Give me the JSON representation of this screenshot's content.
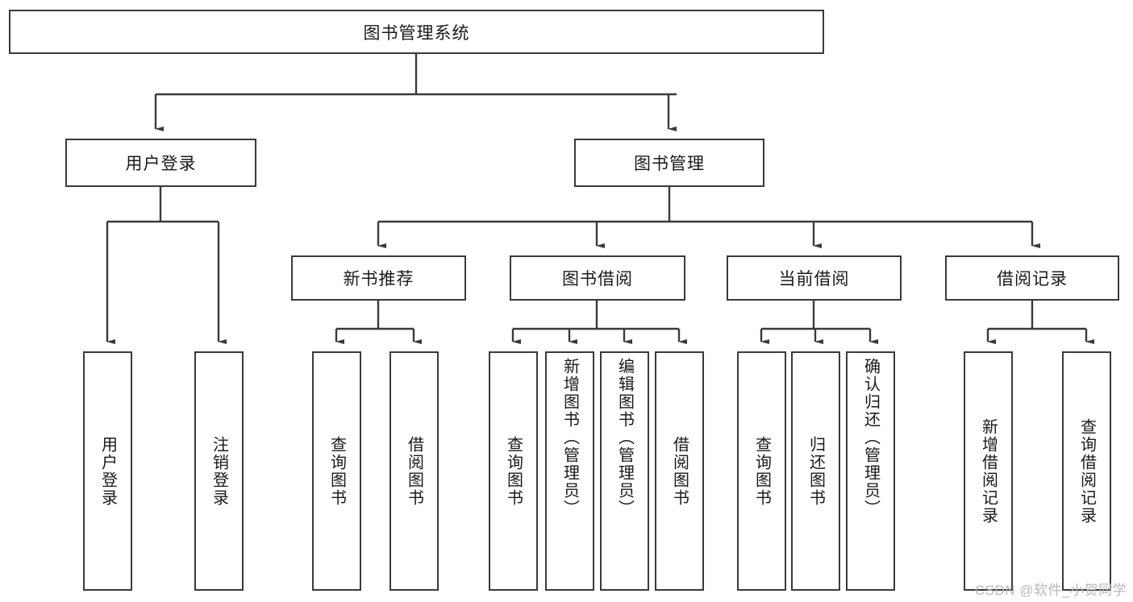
{
  "diagram": {
    "title": "图书管理系统",
    "type": "tree",
    "watermark": "CSDN @软件_小贺同学",
    "colors": {
      "box_border": "#3a3a3a",
      "box_fill": "#ffffff",
      "connector": "#3a3a3a",
      "text": "#1a1a1a",
      "watermark": "#b9b9b9"
    },
    "root": {
      "label": "图书管理系统"
    },
    "level2": [
      {
        "label": "用户登录"
      },
      {
        "label": "图书管理"
      }
    ],
    "level3": [
      {
        "label": "新书推荐"
      },
      {
        "label": "图书借阅"
      },
      {
        "label": "当前借阅"
      },
      {
        "label": "借阅记录"
      }
    ],
    "leaves": {
      "user_login": [
        {
          "label": "用户登录"
        },
        {
          "label": "注销登录"
        }
      ],
      "new_book_recommend": [
        {
          "label": "查询图书"
        },
        {
          "label": "借阅图书"
        }
      ],
      "book_borrow": [
        {
          "label": "查询图书"
        },
        {
          "label": "新增图书（管理员）"
        },
        {
          "label": "编辑图书（管理员）"
        },
        {
          "label": "借阅图书"
        }
      ],
      "current_borrow": [
        {
          "label": "查询图书"
        },
        {
          "label": "归还图书"
        },
        {
          "label": "确认归还（管理员）"
        }
      ],
      "borrow_record": [
        {
          "label": "新增借阅记录"
        },
        {
          "label": "查询借阅记录"
        }
      ]
    }
  }
}
